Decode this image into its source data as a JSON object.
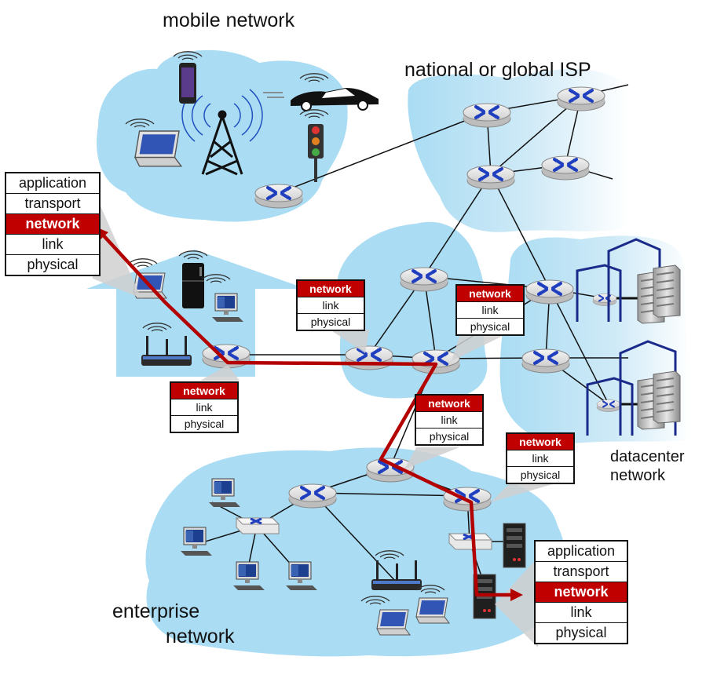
{
  "labels": {
    "mobile": "mobile network",
    "isp": "national or global ISP",
    "datacenter": [
      "datacenter",
      "network"
    ],
    "enterprise": [
      "enterprise",
      "network"
    ]
  },
  "source_stack": [
    "application",
    "transport",
    "network",
    "link",
    "physical"
  ],
  "dest_stack": [
    "application",
    "transport",
    "network",
    "link",
    "physical"
  ],
  "router_stacks": [
    [
      "network",
      "link",
      "physical"
    ],
    [
      "network",
      "link",
      "physical"
    ],
    [
      "network",
      "link",
      "physical"
    ],
    [
      "network",
      "link",
      "physical"
    ],
    [
      "network",
      "link",
      "physical"
    ]
  ],
  "highlighted_layer": "network",
  "colors": {
    "cloud": "#bfe6f7",
    "cloud_edge": "#8fd3f0",
    "router_body": "#e6e6e6",
    "router_mark": "#1f3fbf",
    "path": "#c00000",
    "highlight": "#c00000"
  },
  "icons": [
    "router-icon",
    "switch-icon",
    "cell-tower-icon",
    "laptop-icon",
    "desktop-icon",
    "smartphone-icon",
    "car-icon",
    "traffic-light-icon",
    "refrigerator-icon",
    "wifi-router-icon",
    "server-rack-icon",
    "datacenter-building-icon"
  ]
}
